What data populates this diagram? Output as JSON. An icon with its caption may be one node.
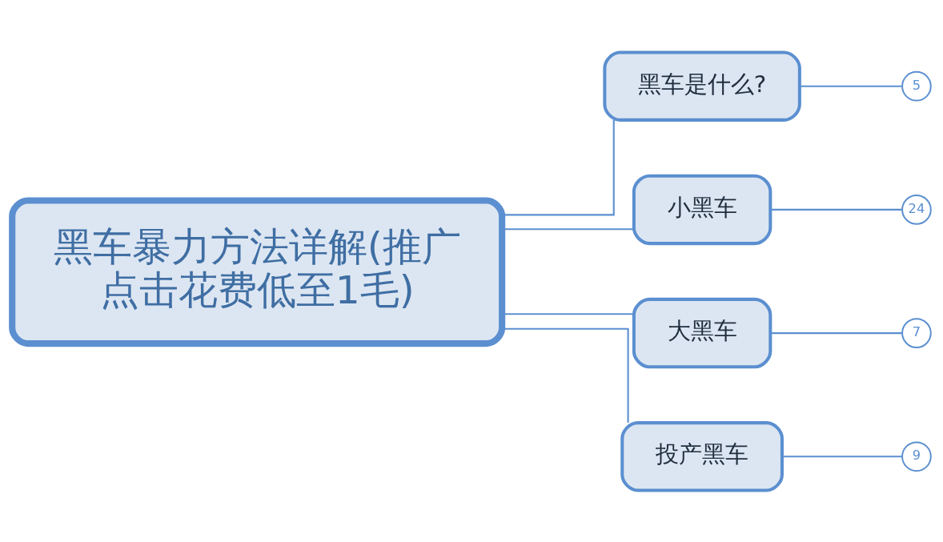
{
  "diagram": {
    "nodes": [
      {
        "text": [
          "黑车暴力方法详解(推广点击花费低至1毛)"
        ]
      },
      {
        "text": [
          "黑车是什么?"
        ]
      },
      {
        "text": [
          "5"
        ]
      },
      {
        "text": [
          "小黑车"
        ]
      },
      {
        "text": [
          "24"
        ]
      },
      {
        "text": [
          "大黑车"
        ]
      },
      {
        "text": [
          "7"
        ]
      },
      {
        "text": [
          "投产黑车"
        ]
      },
      {
        "text": [
          "9"
        ]
      }
    ],
    "edges": [
      {
        "from": 0,
        "to": 1,
        "arrow": "none"
      },
      {
        "from": 1,
        "to": 2,
        "arrow": "none"
      },
      {
        "from": 0,
        "to": 3,
        "arrow": "none"
      },
      {
        "from": 3,
        "to": 4,
        "arrow": "none"
      },
      {
        "from": 0,
        "to": 5,
        "arrow": "none"
      },
      {
        "from": 5,
        "to": 6,
        "arrow": "none"
      },
      {
        "from": 0,
        "to": 7,
        "arrow": "none"
      },
      {
        "from": 7,
        "to": 8,
        "arrow": "none"
      }
    ]
  }
}
